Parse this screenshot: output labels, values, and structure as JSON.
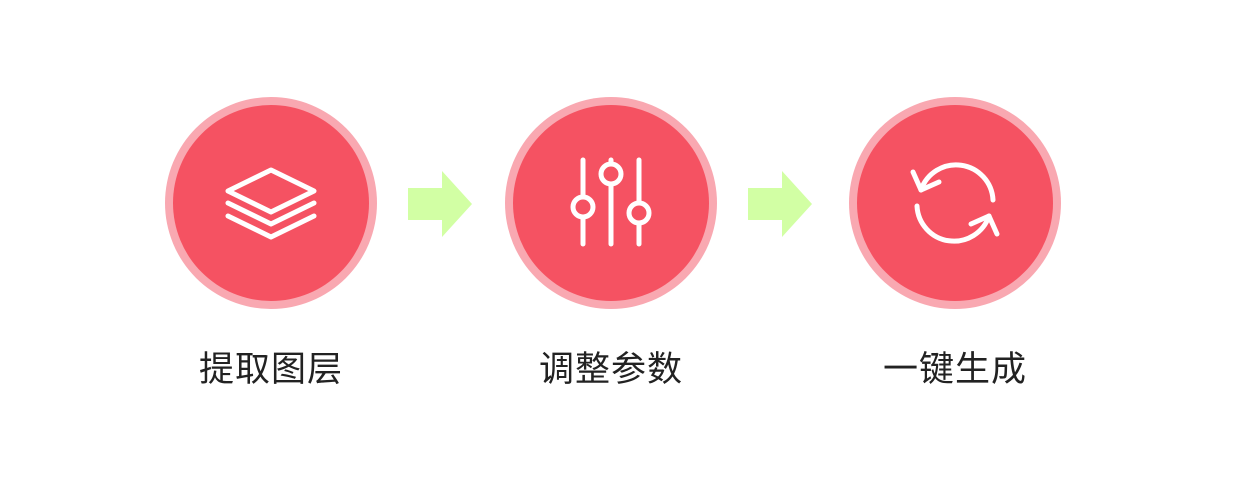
{
  "steps": [
    {
      "label": "提取图层",
      "icon": "layers-icon"
    },
    {
      "label": "调整参数",
      "icon": "sliders-icon"
    },
    {
      "label": "一键生成",
      "icon": "refresh-icon"
    }
  ],
  "colors": {
    "disc": "#f55262",
    "ring": "#f9a8b1",
    "arrow": "#d2ffa4",
    "icon": "#ffffff",
    "label": "#222222"
  }
}
